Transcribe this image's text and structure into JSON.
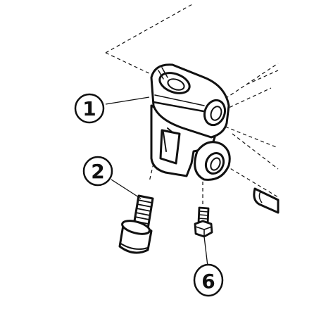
{
  "callouts": {
    "part_1": "1",
    "part_2": "2",
    "part_6": "6"
  },
  "colors": {
    "ink": "#111111",
    "paper": "#ffffff"
  },
  "icons": {
    "clamp_block": "clamp-block-icon",
    "cap_screw": "socket-cap-screw-icon",
    "set_screw": "hex-screw-icon",
    "pin": "pin-icon"
  }
}
